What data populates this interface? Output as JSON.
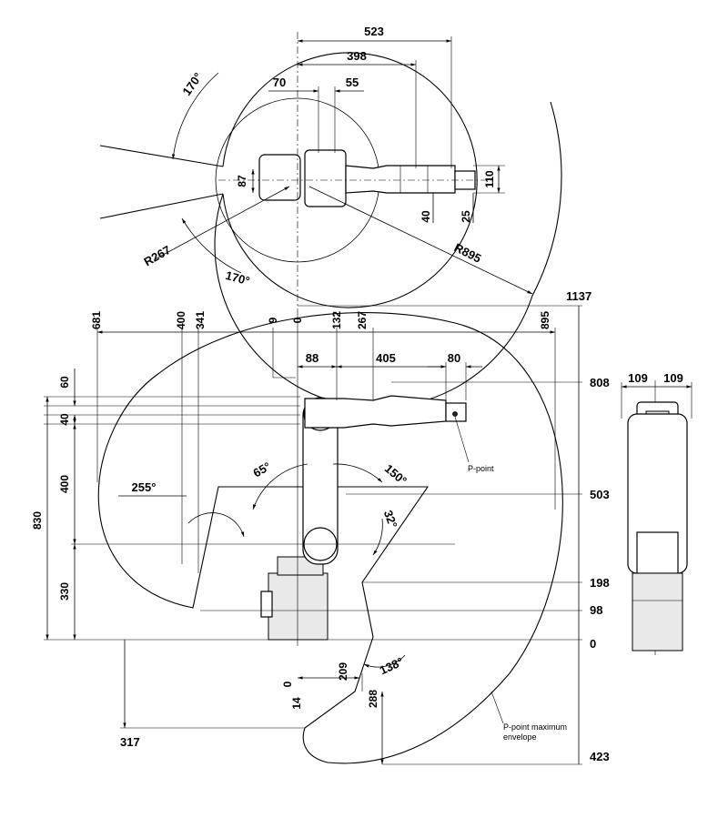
{
  "top_view": {
    "dims": [
      "523",
      "398",
      "70",
      "55",
      "87",
      "110",
      "40",
      "25",
      "R267",
      "R895"
    ],
    "angles": [
      "170°",
      "170°"
    ]
  },
  "side_view": {
    "top_dims": [
      "681",
      "400",
      "341",
      "9",
      "0",
      "132",
      "267",
      "895"
    ],
    "mid_dims": [
      "88",
      "405",
      "80"
    ],
    "left_dims": [
      "60",
      "40",
      "400",
      "830",
      "330"
    ],
    "right_dims": [
      "1137",
      "808",
      "503",
      "198",
      "98",
      "0",
      "423"
    ],
    "bottom_dims": [
      "0",
      "14",
      "209",
      "288",
      "317"
    ],
    "angles": [
      "65°",
      "150°",
      "255°",
      "32°",
      "138°"
    ],
    "labels": {
      "p_point": "P-point",
      "envelope_line1": "P-point maximum",
      "envelope_line2": "envelope"
    }
  },
  "front_view": {
    "dims": [
      "109",
      "109"
    ]
  }
}
